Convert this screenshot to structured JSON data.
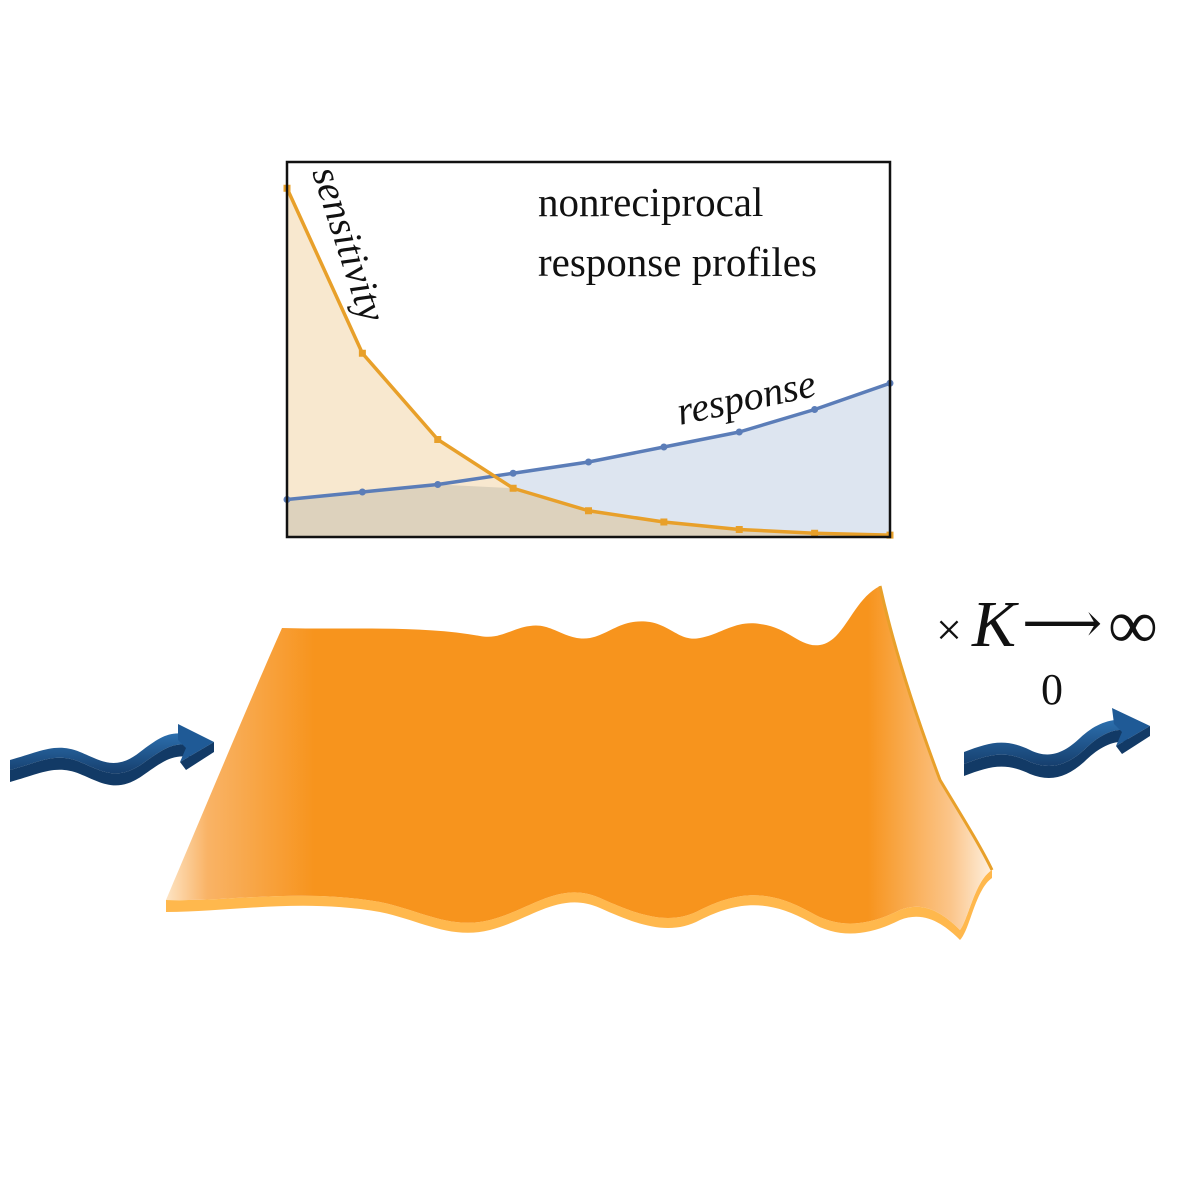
{
  "inset": {
    "title_line1": "nonreciprocal",
    "title_line2": "response profiles",
    "sensitivity_label": "sensitivity",
    "response_label": "response"
  },
  "formula": {
    "times": "×",
    "symbol": "K",
    "subscript": "0",
    "arrow": "⟶",
    "infinity": "∞"
  },
  "colors": {
    "sheet": "#f7941d",
    "sheet_edge": "#ffb84d",
    "sensitivity_line": "#e8a02a",
    "sensitivity_fill": "#f8e8cf",
    "response_line": "#5b7db8",
    "response_fill": "#dde5f0",
    "overlap_fill": "#ddd2bd",
    "wave_arrow": "#1f5a96"
  },
  "chart_data": {
    "type": "line",
    "x": [
      0,
      1,
      2,
      3,
      4,
      5,
      6,
      7,
      8
    ],
    "xlim": [
      0,
      8
    ],
    "ylim": [
      0,
      1
    ],
    "series": [
      {
        "name": "sensitivity",
        "values": [
          0.93,
          0.49,
          0.26,
          0.13,
          0.07,
          0.04,
          0.02,
          0.01,
          0.005
        ]
      },
      {
        "name": "response",
        "values": [
          0.1,
          0.12,
          0.14,
          0.17,
          0.2,
          0.24,
          0.28,
          0.34,
          0.41
        ]
      }
    ],
    "grid": false
  }
}
